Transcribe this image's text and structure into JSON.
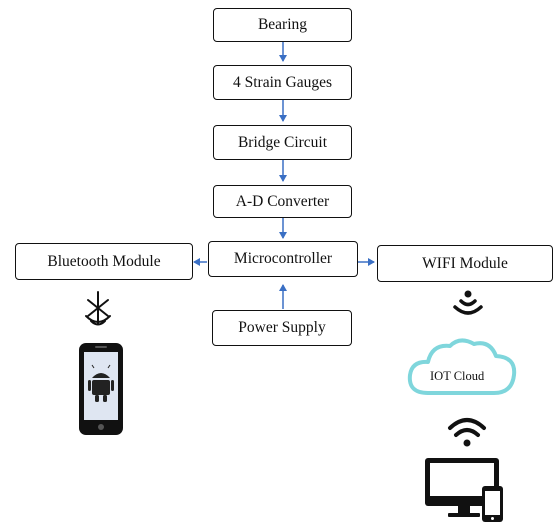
{
  "diagram": {
    "nodes": {
      "bearing": "Bearing",
      "strain_gauges": "4 Strain Gauges",
      "bridge_circuit": "Bridge Circuit",
      "ad_converter": "A-D Converter",
      "microcontroller": "Microcontroller",
      "bluetooth_module": "Bluetooth Module",
      "wifi_module": "WIFI Module",
      "power_supply": "Power Supply"
    },
    "cloud_label": "IOT Cloud",
    "colors": {
      "arrow": "#3a6fc4",
      "cloud": "#7fd6dc",
      "icon": "#111111",
      "phone_screen": "#dfe6f2"
    },
    "icons": [
      "bluetooth-waves-icon",
      "android-phone-icon",
      "wifi-signal-icon",
      "cloud-icon",
      "wifi-icon",
      "desktop-mobile-icon"
    ]
  }
}
